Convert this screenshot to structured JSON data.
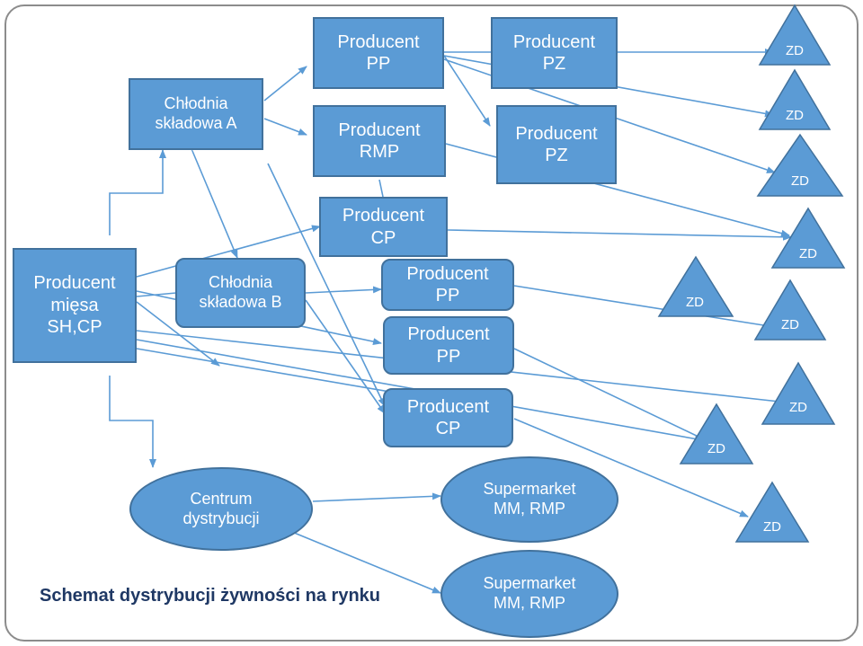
{
  "caption": "Schemat dystrybucji żywności na rynku",
  "nodes": {
    "producent_miesa": "Producent\nmięsa\nSH,CP",
    "chlodnia_a": "Chłodnia\nskładowa A",
    "chlodnia_b": "Chłodnia\nskładowa B",
    "producent_pp_top": "Producent\nPP",
    "producent_rmp": "Producent\nRMP",
    "producent_cp_top": "Producent\nCP",
    "producent_pz_top": "Producent\nPZ",
    "producent_pz_mid": "Producent\nPZ",
    "producent_pp_mid1": "Producent\nPP",
    "producent_pp_mid2": "Producent\nPP",
    "producent_cp_bottom": "Producent\nCP",
    "centrum": "Centrum\ndystrybucji",
    "supermarket_1": "Supermarket\nMM, RMP",
    "supermarket_2": "Supermarket\nMM, RMP"
  },
  "zd_label": "ZD"
}
